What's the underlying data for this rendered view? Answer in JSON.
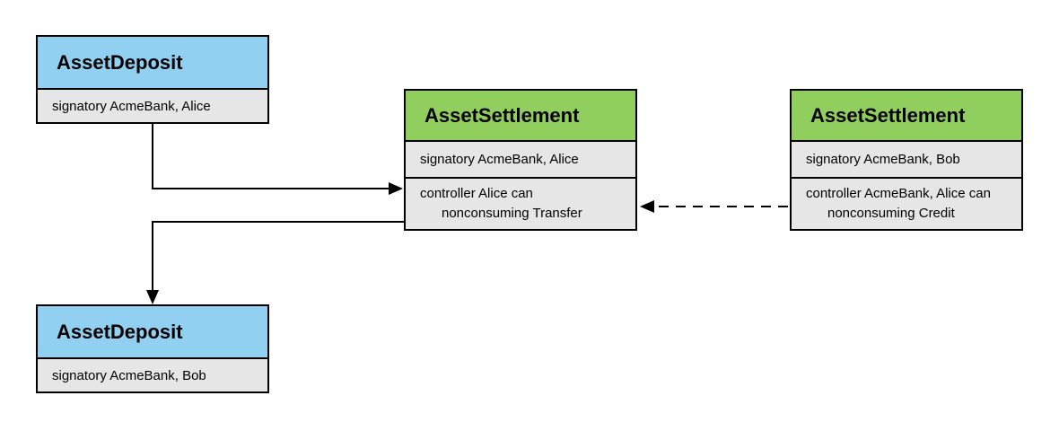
{
  "colors": {
    "deposit_header_bg": "#92d0f2",
    "settlement_header_bg": "#90ce5e",
    "row_bg": "#e6e6e6",
    "border": "#000000",
    "connector": "#000000"
  },
  "nodes": {
    "deposit_alice": {
      "title": "AssetDeposit",
      "signatory": "signatory AcmeBank, Alice"
    },
    "settlement_transfer": {
      "title": "AssetSettlement",
      "signatory": "signatory AcmeBank, Alice",
      "controller_line1": "controller Alice can",
      "controller_line2": "nonconsuming Transfer"
    },
    "settlement_credit": {
      "title": "AssetSettlement",
      "signatory": "signatory AcmeBank, Bob",
      "controller_line1": "controller AcmeBank, Alice can",
      "controller_line2": "nonconsuming Credit"
    },
    "deposit_bob": {
      "title": "AssetDeposit",
      "signatory": "signatory AcmeBank, Bob"
    }
  },
  "edges": [
    {
      "id": "deposit-alice-to-settlement-transfer",
      "style": "solid",
      "arrow": "right"
    },
    {
      "id": "settlement-transfer-to-deposit-bob",
      "style": "solid",
      "arrow": "down"
    },
    {
      "id": "settlement-credit-to-settlement-transfer",
      "style": "dashed",
      "arrow": "left"
    }
  ]
}
